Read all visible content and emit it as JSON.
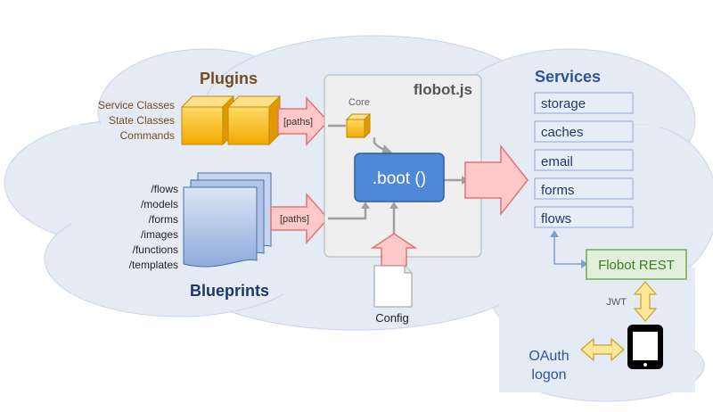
{
  "plugins": {
    "title": "Plugins",
    "items": [
      "Service Classes",
      "State Classes",
      "Commands"
    ]
  },
  "blueprints": {
    "title": "Blueprints",
    "items": [
      "/flows",
      "/models",
      "/forms",
      "/images",
      "/functions",
      "/templates"
    ]
  },
  "paths_label_top": "[paths]",
  "paths_label_bottom": "[paths]",
  "flobot": {
    "title": "flobot.js",
    "core_label": "Core",
    "boot_label": ".boot ()"
  },
  "config_label": "Config",
  "services": {
    "title": "Services",
    "items": [
      "storage",
      "caches",
      "email",
      "forms",
      "flows"
    ]
  },
  "flobot_rest_label": "Flobot REST",
  "jwt_label": "JWT",
  "oauth": {
    "line1": "OAuth",
    "line2": "logon"
  },
  "icons": [
    "cube-icon",
    "document-stack-icon",
    "document-icon",
    "mobile-phone-icon",
    "cloud-background"
  ],
  "colors": {
    "cloud": "#e4ebf5",
    "plugins_title": "#7a4a1e",
    "service_title": "#2f5597",
    "arrow_fill": "#ffc9c9",
    "arrow_stroke": "#e57373",
    "cube": "#ffc000",
    "boot_fill": "#4f88d6",
    "rest_fill": "#e2efda",
    "rest_stroke": "#70ad47",
    "rest_text": "#3a7d22",
    "jwt_arrow": "#ffe699"
  }
}
